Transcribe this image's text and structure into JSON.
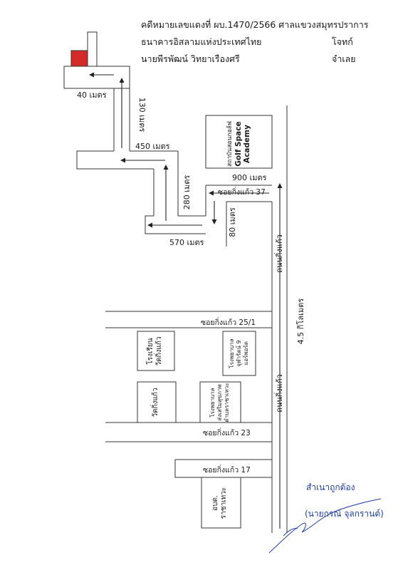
{
  "header": {
    "case_line": "คดีหมายเลขแดงที่ ผบ.1470/2566 ศาลแขวงสมุทรปราการ",
    "plaintiff_name": "ธนาคารอิสลามแห่งประเทศไทย",
    "plaintiff_role": "โจทก์",
    "defendant_name": "นายพีรพัฒน์ วิทยาเรืองศรี",
    "defendant_role": "จำเลย"
  },
  "distances": {
    "d40": "40 เมตร",
    "d130": "130 เมตร",
    "d450": "450 เมตร",
    "d280": "280 เมตร",
    "d900": "900 เมตร",
    "d80": "80 เมตร",
    "d570": "570 เมตร",
    "d45km": "4.5 กิโลเมตร"
  },
  "roads": {
    "soi37": "ซอยกิ่งแก้ว 37",
    "soi25_1": "ซอยกิ่งแก้ว 25/1",
    "soi23": "ซอยกิ่งแก้ว 23",
    "soi17": "ซอยกิ่งแก้ว 17",
    "main_road_upper": "ถนนกิ่งแก้ว",
    "main_road_lower": "ถนนกิ่งแก้ว"
  },
  "landmarks": {
    "golf_th": "สถาบันสอนกอล์ฟ",
    "golf_en_1": "Golf Space",
    "golf_en_2": "Academy",
    "school_1": "โรงเรียน",
    "school_2": "วัดกิ่งแก้ว",
    "temple": "วัดกิ่งแก้ว",
    "hospital_1": "โรงพยาบาล",
    "hospital_2": "จุฬารัตน์ 9",
    "hospital_3": "แอร์พอร์ต",
    "clinic_1": "โรงพยาบาล",
    "clinic_2": "ส่งเสริมสุขภาพ",
    "clinic_3": "ตำบลราชาเทวะ",
    "office_1": "อบต.",
    "office_2": "ราชาเทวะ"
  },
  "certification": {
    "certified": "สำเนาถูกต้อง",
    "signer": "(นายกรณ์ จุลกรานต์)"
  },
  "colors": {
    "target": "#d42a2a",
    "line": "#333333",
    "ink": "#1d3fa8"
  }
}
